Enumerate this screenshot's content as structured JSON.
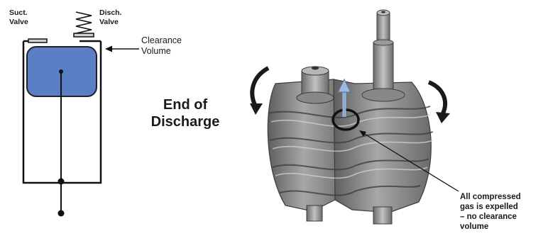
{
  "piston_diagram": {
    "suction_valve_label": [
      "Suct.",
      "Valve"
    ],
    "discharge_valve_label": [
      "Disch.",
      "Valve"
    ],
    "clearance_volume_label": [
      "Clearance",
      "Volume"
    ],
    "piston_color": "#5b7fc4"
  },
  "stage_title": [
    "End of",
    "Discharge"
  ],
  "screw_compressor": {
    "callout_label": [
      "All compressed",
      "gas is expelled",
      "– no clearance",
      "volume"
    ],
    "rotor_color": "#8a8a8a",
    "flow_arrow_color": "#9ab8e0"
  }
}
